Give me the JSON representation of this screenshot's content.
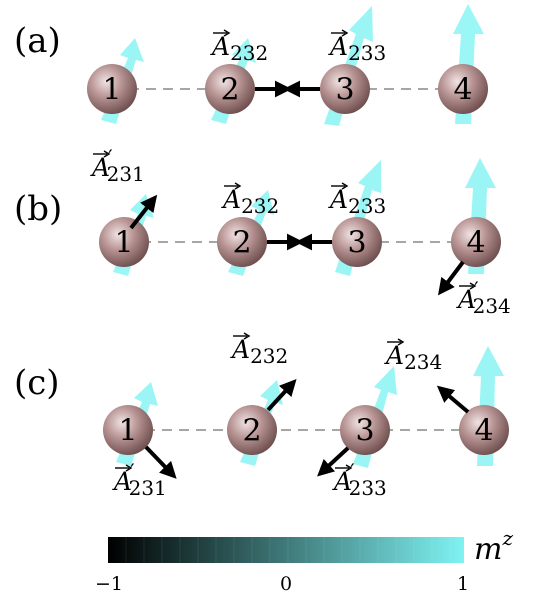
{
  "panels": [
    {
      "label": "(a)",
      "atoms": [
        "1",
        "2",
        "3",
        "4"
      ],
      "vectors": [
        {
          "symbol": "A",
          "prime": false,
          "sub": "232"
        },
        {
          "symbol": "A",
          "prime": false,
          "sub": "233"
        }
      ]
    },
    {
      "label": "(b)",
      "atoms": [
        "1",
        "2",
        "3",
        "4"
      ],
      "vectors": [
        {
          "symbol": "A",
          "prime": true,
          "sub": "231"
        },
        {
          "symbol": "A",
          "prime": false,
          "sub": "232"
        },
        {
          "symbol": "A",
          "prime": false,
          "sub": "233"
        },
        {
          "symbol": "A",
          "prime": true,
          "sub": "234"
        }
      ]
    },
    {
      "label": "(c)",
      "atoms": [
        "1",
        "2",
        "3",
        "4"
      ],
      "vectors": [
        {
          "symbol": "A",
          "prime": false,
          "sub": "232"
        },
        {
          "symbol": "A",
          "prime": false,
          "sub": "234"
        },
        {
          "symbol": "A",
          "prime": true,
          "sub": "231"
        },
        {
          "symbol": "A",
          "prime": true,
          "sub": "233"
        }
      ]
    }
  ],
  "colorbar": {
    "label": "m",
    "label_sup": "z",
    "ticks": [
      "−1",
      "0",
      "1"
    ],
    "range": [
      -1,
      1
    ],
    "colors": {
      "low": "#000000",
      "high": "#7ff3f3"
    }
  },
  "colors": {
    "atom_light": "#dcc4c4",
    "atom_mid": "#a98282",
    "atom_dark": "#5c3f3f",
    "spin": "#7ff3f3",
    "bond": "#a6a6a6",
    "arrow": "#000000"
  }
}
